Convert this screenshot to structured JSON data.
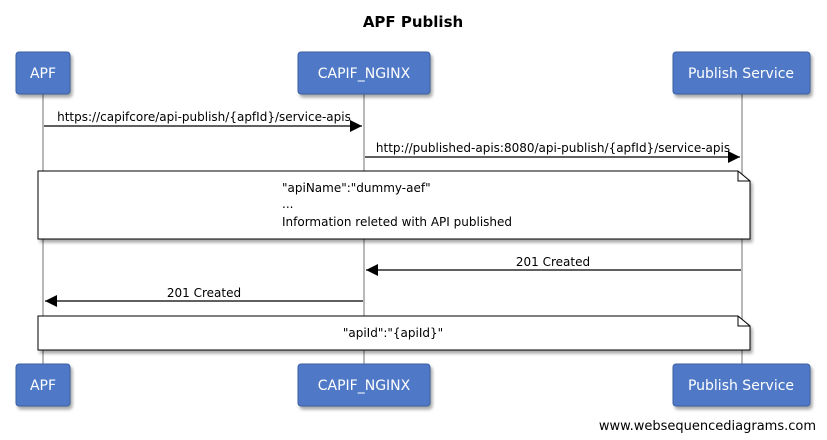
{
  "title": "APF Publish",
  "participants": [
    {
      "id": "apf",
      "label": "APF"
    },
    {
      "id": "nginx",
      "label": "CAPIF_NGINX"
    },
    {
      "id": "publish",
      "label": "Publish Service"
    }
  ],
  "messages": [
    {
      "from": "apf",
      "to": "nginx",
      "label": "https://capifcore/api-publish/{apfId}/service-apis"
    },
    {
      "from": "nginx",
      "to": "publish",
      "label": "http://published-apis:8080/api-publish/{apfId}/service-apis"
    },
    {
      "from": "publish",
      "to": "nginx",
      "label": "201 Created"
    },
    {
      "from": "nginx",
      "to": "apf",
      "label": "201 Created"
    }
  ],
  "notes": [
    {
      "lines": [
        "\"apiName\":\"dummy-aef\"",
        "...",
        "Information releted with API published"
      ]
    },
    {
      "lines": [
        "\"apiId\":\"{apiId}\""
      ]
    }
  ],
  "footer": "www.websequencediagrams.com",
  "colors": {
    "participant_fill": "#4f79c7",
    "participant_stroke": "#3a5fa3",
    "line": "#000000",
    "note_fill": "#ffffff"
  }
}
